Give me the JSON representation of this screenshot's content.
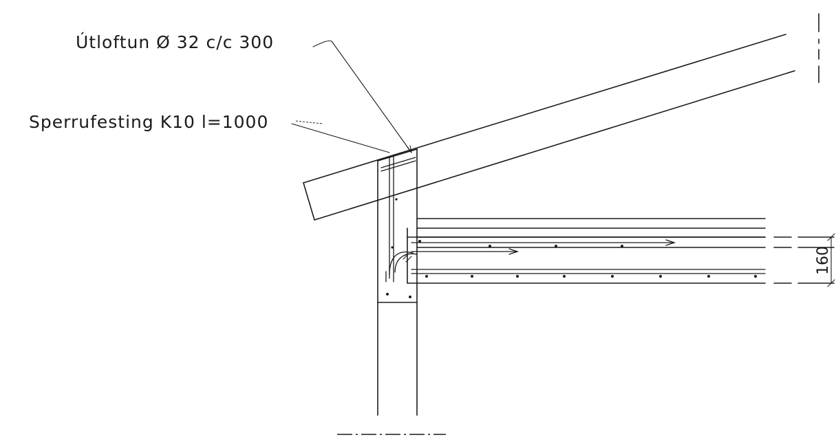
{
  "labels": {
    "ventilation": "Útloftun Ø 32 c/c 300",
    "rafter_anchor": "Sperrufesting K10 l=1000"
  },
  "dimension": {
    "slab_thickness": "160"
  },
  "colors": {
    "line": "#1a1a1a",
    "background": "#ffffff"
  }
}
